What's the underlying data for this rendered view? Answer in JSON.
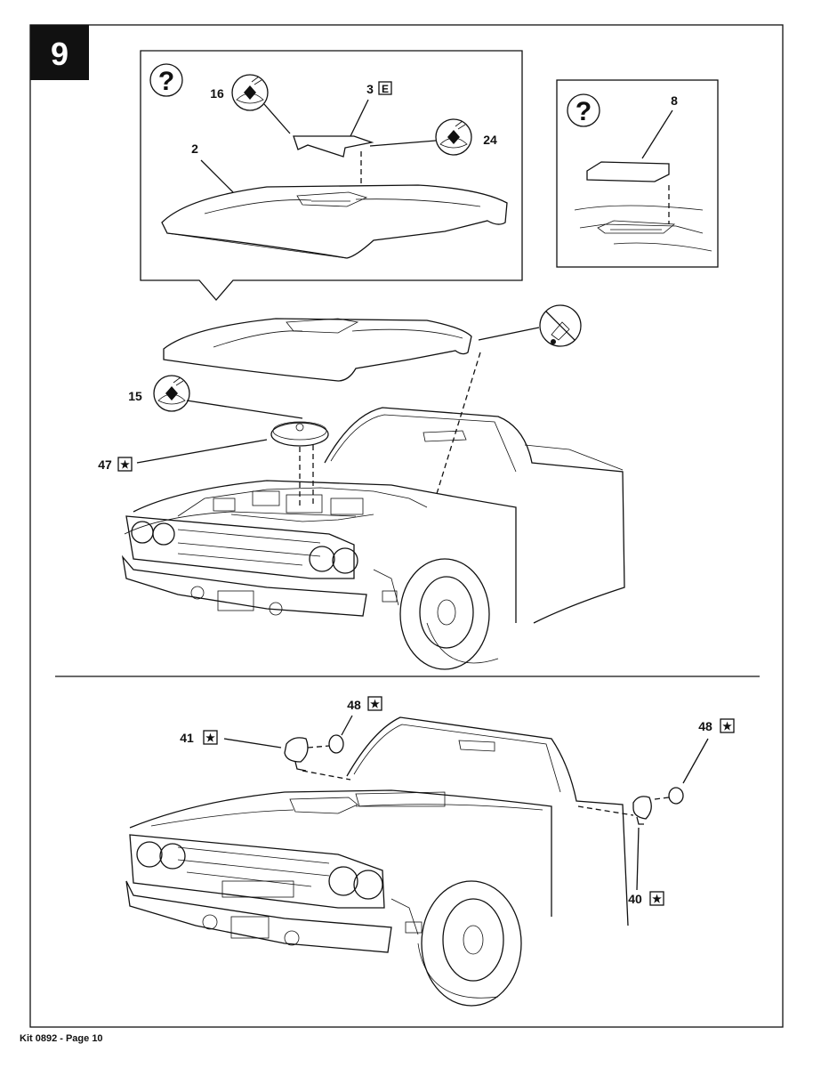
{
  "step": {
    "number": "9"
  },
  "hood_detail": {
    "help_symbol": "?",
    "parts": [
      {
        "id": "16",
        "note": "",
        "icon": "glue-icon"
      },
      {
        "id": "3",
        "badge": "E"
      },
      {
        "id": "24",
        "icon": "glue-icon"
      },
      {
        "id": "2"
      }
    ]
  },
  "filter_detail": {
    "help_symbol": "?",
    "parts": [
      {
        "id": "8"
      }
    ]
  },
  "main_view": {
    "parts": [
      {
        "id": "15",
        "icon": "glue-icon"
      },
      {
        "id": "47",
        "badge": "★"
      }
    ],
    "no_glue_icon": "no-glue-icon"
  },
  "lower_view": {
    "parts": [
      {
        "id": "48",
        "badge": "★"
      },
      {
        "id": "41",
        "badge": "★"
      },
      {
        "id": "48",
        "badge": "★"
      },
      {
        "id": "40",
        "badge": "★"
      }
    ]
  },
  "footer": {
    "text": "Kit 0892 - Page 10"
  }
}
